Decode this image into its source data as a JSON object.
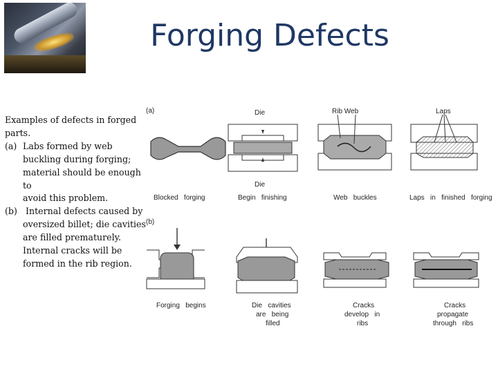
{
  "slide": {
    "title": "Forging Defects",
    "thumbnail": "forging-press-photo"
  },
  "caption": {
    "intro_1": " Examples of defects in forged",
    "intro_2": "parts.",
    "item_a_label": "(a)",
    "item_a_lines": [
      "Labs formed by web",
      "buckling during forging;",
      "material should be enough to",
      "avoid this problem."
    ],
    "item_b_label": "(b)",
    "item_b_lines": [
      " Internal defects caused by",
      "oversized billet; die cavities",
      "are filled prematurely.",
      "Internal cracks will be",
      "formed in the rib region."
    ]
  },
  "figure": {
    "label_a": "(a)",
    "label_b": "(b)",
    "die_top": "Die",
    "die_bottom": "Die",
    "rib_web": "Rib Web",
    "laps": "Laps",
    "row_a_captions": [
      "Blocked   forging",
      "Begin   finishing",
      "Web   buckles",
      "Laps   in   finished   forging"
    ],
    "row_b_captions": [
      [
        "Forging   begins"
      ],
      [
        "Die   cavities",
        "are   being",
        "filled"
      ],
      [
        "Cracks",
        "develop   in",
        "ribs"
      ],
      [
        "Cracks",
        "propagate",
        "through   ribs"
      ]
    ]
  }
}
